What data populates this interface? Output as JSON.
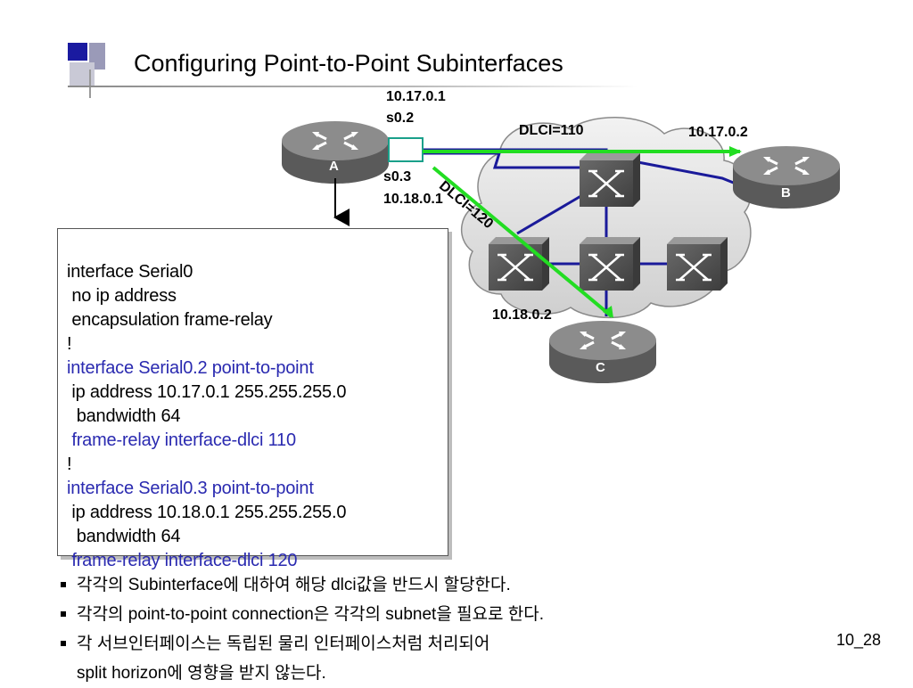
{
  "slide": {
    "title": "Configuring Point-to-Point Subinterfaces",
    "page_number": "10_28"
  },
  "diagram": {
    "routers": [
      {
        "id": "A",
        "label": "A"
      },
      {
        "id": "B",
        "label": "B"
      },
      {
        "id": "C",
        "label": "C"
      }
    ],
    "labels": {
      "a_s02_ip": "10.17.0.1",
      "a_s02_if": "s0.2",
      "a_s03_if": "s0.3",
      "a_s03_ip": "10.18.0.1",
      "dlci_110": "DLCI=110",
      "dlci_120": "DLCI=120",
      "b_ip": "10.17.0.2",
      "c_ip": "10.18.0.2"
    }
  },
  "config": {
    "lines": [
      {
        "text": "interface Serial0",
        "color": "black"
      },
      {
        "text": " no ip address",
        "color": "black"
      },
      {
        "text": " encapsulation frame-relay",
        "color": "black"
      },
      {
        "text": "!",
        "color": "black"
      },
      {
        "text": "interface Serial0.2 point-to-point",
        "color": "blue"
      },
      {
        "text": " ip address 10.17.0.1 255.255.255.0",
        "color": "black"
      },
      {
        "text": "  bandwidth 64",
        "color": "black"
      },
      {
        "text": " frame-relay interface-dlci 110",
        "color": "blue"
      },
      {
        "text": "!",
        "color": "black"
      },
      {
        "text": "interface Serial0.3 point-to-point",
        "color": "blue"
      },
      {
        "text": " ip address 10.18.0.1 255.255.255.0",
        "color": "black"
      },
      {
        "text": "  bandwidth 64",
        "color": "black"
      },
      {
        "text": " frame-relay interface-dlci 120",
        "color": "blue"
      }
    ]
  },
  "notes": {
    "bullet1": "각각의 Subinterface에 대하여 해당 dlci값을 반드시 할당한다.",
    "bullet2": "각각의 point-to-point connection은 각각의  subnet을 필요로 한다.",
    "bullet3_line1": "각 서브인터페이스는 독립된 물리 인터페이스처럼 처리되어",
    "bullet3_line2": "split horizon에 영향을 받지 않는다."
  },
  "colors": {
    "pvc_line": "#22dd22",
    "trunk_line": "#1a1a9a",
    "code_blue": "#2a2ab0",
    "router_body": "#707070",
    "switch_body": "#5e5e5e",
    "title_accent": "#1a1aa0"
  }
}
